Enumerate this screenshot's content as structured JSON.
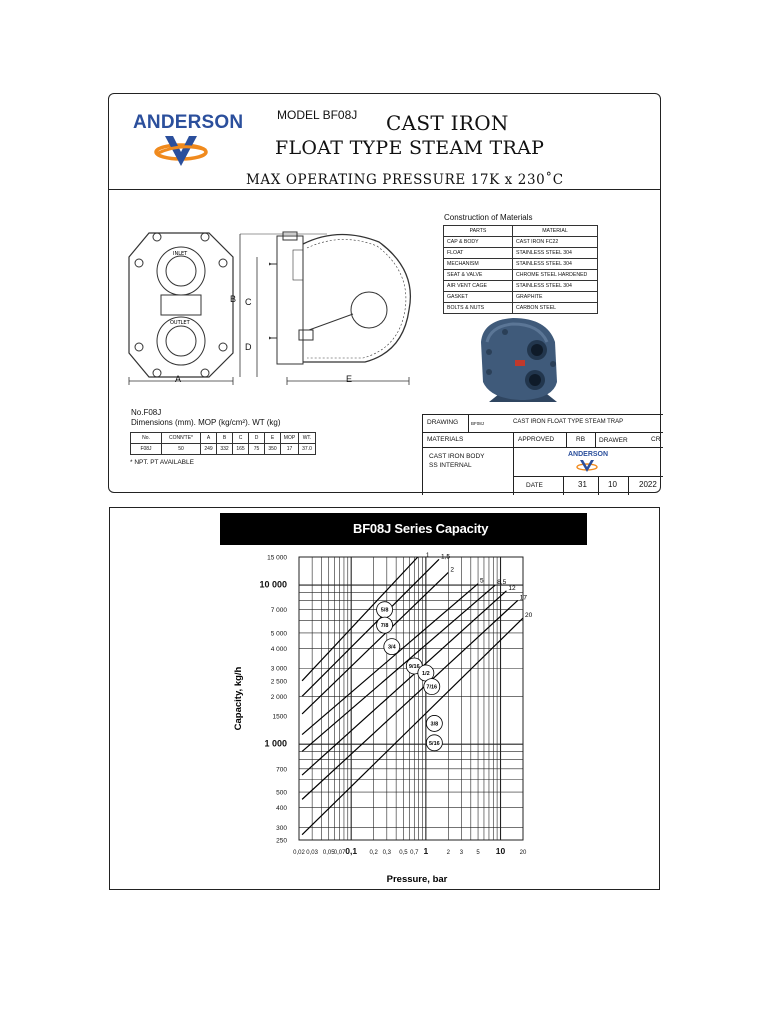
{
  "header": {
    "brand": "ANDERSON",
    "model": "MODEL BF08J",
    "title_line1": "CAST IRON",
    "title_line2": "FLOAT TYPE STEAM TRAP",
    "title_line3": "MAX OPERATING PRESSURE 17K x 230˚C"
  },
  "colors": {
    "brand_blue": "#2b4f9c",
    "brand_orange": "#f08a1d",
    "trap_body": "#3f5a7a"
  },
  "drawing": {
    "dim_labels": [
      "A",
      "B",
      "C",
      "D",
      "E"
    ],
    "inlet": "INLET",
    "outlet": "OUTLET"
  },
  "materials": {
    "title": "Construction of Materials",
    "headers": [
      "PARTS",
      "MATERIAL"
    ],
    "rows": [
      [
        "CAP & BODY",
        "CAST IRON FC22"
      ],
      [
        "FLOAT",
        "STAINLESS STEEL 304"
      ],
      [
        "MECHANISM",
        "STAINLESS STEEL 304"
      ],
      [
        "SEAT & VALVE",
        "CHROME STEEL HARDENED"
      ],
      [
        "AIR VENT CAGE",
        "STAINLESS STEEL 304"
      ],
      [
        "GASKET",
        "GRAPHITE"
      ],
      [
        "BOLTS & NUTS",
        "CARBON STEEL"
      ]
    ]
  },
  "dimensions": {
    "code": "No.F08J",
    "caption": "Dimensions (mm). MOP (kg/cm²). WT (kg)",
    "headers": [
      "No.",
      "CONN'TE*",
      "A",
      "B",
      "C",
      "D",
      "E",
      "MOP",
      "WT."
    ],
    "row": [
      "F08J",
      "50",
      "249",
      "332",
      "165",
      "75",
      "350",
      "17",
      "37.0"
    ],
    "note": "* NPT. PT AVAILABLE"
  },
  "title_block": {
    "drawing_label": "DRAWING",
    "drawing_no": "BF08J",
    "drawing_title": "CAST IRON FLOAT TYPE STEAM TRAP",
    "materials_label": "MATERIALS",
    "approved_label": "APPROVED",
    "approved_value": "RB",
    "drawer_label": "DRAWER",
    "drawer_value": "CR",
    "materials_line1": "CAST IRON BODY",
    "materials_line2": "SS INTERNAL",
    "brand": "ANDERSON",
    "date_label": "DATE",
    "day": "31",
    "month": "10",
    "year": "2022"
  },
  "chart_data": {
    "type": "line",
    "title": "BF08J  Series Capacity",
    "xlabel": "Pressure, bar",
    "ylabel": "Capacity, kg/h",
    "x_scale": "log",
    "y_scale": "log",
    "xlim": [
      0.02,
      20
    ],
    "ylim": [
      250,
      15000
    ],
    "x_ticks": [
      "0,02",
      "0,03",
      "0,05",
      "0,07",
      "0,1",
      "0,2",
      "0,3",
      "0,5",
      "0,7",
      "1",
      "2",
      "3",
      "5",
      "10",
      "20"
    ],
    "y_ticks": [
      "250",
      "300",
      "400",
      "500",
      "700",
      "1 000",
      "1500",
      "2 000",
      "2 500",
      "3 000",
      "4 000",
      "5 000",
      "7 000",
      "10 000",
      "15 000"
    ],
    "grid": true,
    "orifice_labels": [
      "5/8",
      "7/8",
      "3/4",
      "9/16",
      "1/2",
      "7/16",
      "3/8",
      "5/16"
    ],
    "max_pressure_labels": [
      "1",
      "1,5",
      "2",
      "5",
      "8,5",
      "12",
      "17",
      "20"
    ],
    "series": [
      {
        "name": "5/8",
        "x": [
          0.022,
          1.0
        ],
        "y": [
          2500,
          17000
        ]
      },
      {
        "name": "7/8",
        "x": [
          0.022,
          1.5
        ],
        "y": [
          2000,
          14500
        ]
      },
      {
        "name": "3/4",
        "x": [
          0.022,
          2.0
        ],
        "y": [
          1550,
          12000
        ]
      },
      {
        "name": "9/16",
        "x": [
          0.022,
          5.0
        ],
        "y": [
          1150,
          10200
        ]
      },
      {
        "name": "1/2",
        "x": [
          0.022,
          8.5
        ],
        "y": [
          900,
          10000
        ]
      },
      {
        "name": "7/16",
        "x": [
          0.022,
          12.0
        ],
        "y": [
          640,
          9200
        ]
      },
      {
        "name": "3/8",
        "x": [
          0.022,
          17.0
        ],
        "y": [
          450,
          8000
        ]
      },
      {
        "name": "5/16",
        "x": [
          0.022,
          20.0
        ],
        "y": [
          270,
          6200
        ]
      }
    ]
  }
}
